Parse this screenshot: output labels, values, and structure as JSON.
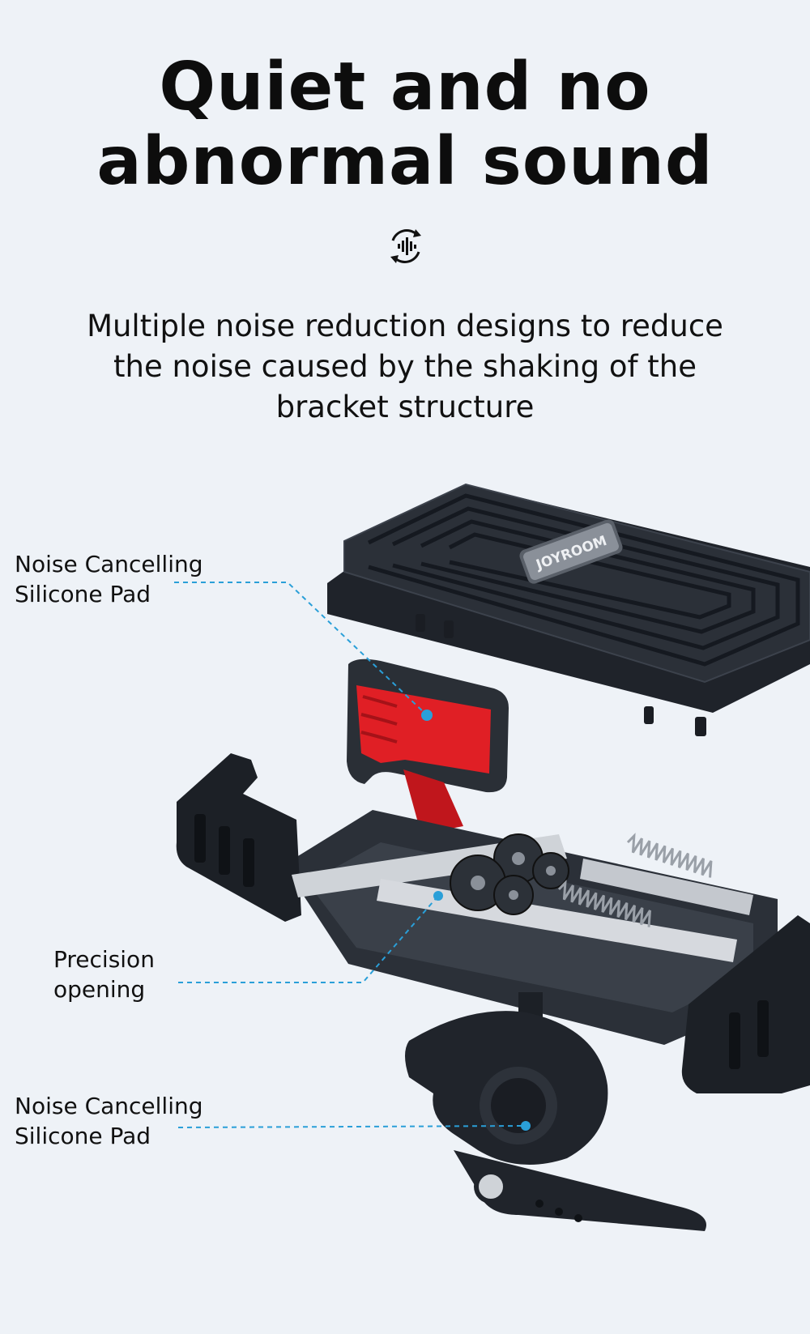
{
  "headline": {
    "line1": "Quiet and no",
    "line2": "abnormal sound"
  },
  "icon": "sound-wave-cycle-icon",
  "subtitle": {
    "line1": "Multiple noise reduction designs to reduce",
    "line2": "the noise caused by the shaking of the",
    "line3": "bracket structure"
  },
  "brand": "JOYROOM",
  "callouts": [
    {
      "line1": "Noise Cancelling",
      "line2": "Silicone Pad"
    },
    {
      "line1": "Precision",
      "line2": "opening"
    },
    {
      "line1": "Noise Cancelling",
      "line2": "Silicone Pad"
    }
  ],
  "colors": {
    "background": "#eef2f7",
    "accent_line": "#2a9fd8",
    "silicone_red": "#e01f25",
    "body_dark": "#23272e"
  }
}
